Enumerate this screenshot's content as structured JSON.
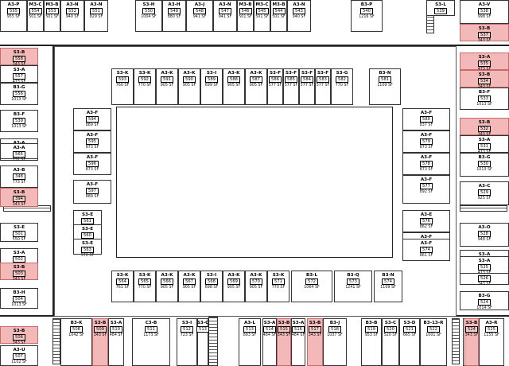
{
  "plan": {
    "units": [
      {
        "code": "A3-P",
        "num": "555",
        "sf": "955 SF"
      },
      {
        "code": "M3-C",
        "num": "554",
        "sf": "501 SF"
      },
      {
        "code": "M3-B",
        "num": "553",
        "sf": "501 SF"
      },
      {
        "code": "A3-N",
        "num": "552",
        "sf": "940 SF"
      },
      {
        "code": "A3-N",
        "num": "551",
        "sf": "829 SF"
      },
      {
        "code": "S3-H",
        "num": "550",
        "sf": "1004 SF"
      },
      {
        "code": "A3-H",
        "num": "549",
        "sf": "880 SF"
      },
      {
        "code": "A3-J",
        "num": "548",
        "sf": "941 SF"
      },
      {
        "code": "A3-N",
        "num": "547",
        "sf": "941 SF"
      },
      {
        "code": "M3-B",
        "num": "546",
        "sf": "501 SF"
      },
      {
        "code": "M3-C",
        "num": "545",
        "sf": "501 SF"
      },
      {
        "code": "M3-B",
        "num": "544",
        "sf": "501 SF"
      },
      {
        "code": "A3-N",
        "num": "543",
        "sf": "940 SF"
      },
      {
        "code": "B3-P",
        "num": "540",
        "sf": "1216 SF"
      },
      {
        "code": "S3-L",
        "num": "539",
        "sf": ""
      },
      {
        "code": "A3-V",
        "num": "538",
        "sf": "998 SF"
      },
      {
        "code": "S3-B",
        "num": "537",
        "sf": "343 SF"
      },
      {
        "code": "S3-B",
        "num": "558",
        "sf": "343 SF"
      },
      {
        "code": "S3-A",
        "num": "557",
        "sf": "473 SF"
      },
      {
        "code": "B3-G",
        "num": "556",
        "sf": "1013 SF"
      },
      {
        "code": "S3-A",
        "num": "535",
        "sf": "473 SF"
      },
      {
        "code": "S3-B",
        "num": "534",
        "sf": "343 SF"
      },
      {
        "code": "B3-F",
        "num": "533",
        "sf": "1013 SF"
      },
      {
        "code": "S3-B",
        "num": "532",
        "sf": "343 SF"
      },
      {
        "code": "B3-F",
        "num": "539",
        "sf": "1013 SF"
      },
      {
        "code": "A3-A",
        "num": "538",
        "sf": "725 SF"
      },
      {
        "code": "S3-A",
        "num": "531",
        "sf": "473 SF"
      },
      {
        "code": "A3-A",
        "num": "565",
        "sf": "731 SF"
      },
      {
        "code": "B3-G",
        "num": "530",
        "sf": "1013 SF"
      },
      {
        "code": "A3-B",
        "num": "348",
        "sf": "773 SF"
      },
      {
        "code": "A3-C",
        "num": "529",
        "sf": "925 SF"
      },
      {
        "code": "S3-B",
        "num": "394",
        "sf": "343 SF"
      },
      {
        "code": "S3-K",
        "num": "593",
        "sf": "760 SF"
      },
      {
        "code": "S3-K",
        "num": "592",
        "sf": "770 SF"
      },
      {
        "code": "A3-K",
        "num": "591",
        "sf": "905 SF"
      },
      {
        "code": "A3-K",
        "num": "590",
        "sf": "905 SF"
      },
      {
        "code": "S3-I",
        "num": "589",
        "sf": "699 SF"
      },
      {
        "code": "A3-K",
        "num": "588",
        "sf": "905 SF"
      },
      {
        "code": "A3-K",
        "num": "587",
        "sf": "905 SF"
      },
      {
        "code": "S3-F",
        "num": "586",
        "sf": "577 SF"
      },
      {
        "code": "S3-F",
        "num": "585",
        "sf": "577 SF"
      },
      {
        "code": "S3-F",
        "num": "584",
        "sf": "577 SF"
      },
      {
        "code": "S3-F",
        "num": "583",
        "sf": "577 SF"
      },
      {
        "code": "S3-G",
        "num": "582",
        "sf": "770 SF"
      },
      {
        "code": "B3-N",
        "num": "581",
        "sf": "1109 SF"
      },
      {
        "code": "A3-F",
        "num": "594",
        "sf": "889 SF"
      },
      {
        "code": "A3-F",
        "num": "595",
        "sf": "873 SF"
      },
      {
        "code": "A3-F",
        "num": "596",
        "sf": "873 SF"
      },
      {
        "code": "A3-F",
        "num": "597",
        "sf": "889 SF"
      },
      {
        "code": "A3-F",
        "num": "580",
        "sf": "837 SF"
      },
      {
        "code": "A3-F",
        "num": "579",
        "sf": "873 SF"
      },
      {
        "code": "A3-F",
        "num": "578",
        "sf": "873 SF"
      },
      {
        "code": "A3-F",
        "num": "577",
        "sf": "892 SF"
      },
      {
        "code": "S3-E",
        "num": "561",
        "sf": "570 SF"
      },
      {
        "code": "S3-E",
        "num": "560",
        "sf": "570 SF"
      },
      {
        "code": "S3-E",
        "num": "563",
        "sf": "570 SF"
      },
      {
        "code": "A3-E",
        "num": "576",
        "sf": "862 SF"
      },
      {
        "code": "A3-F",
        "num": "575",
        "sf": "873 SF"
      },
      {
        "code": "A3-F",
        "num": "574",
        "sf": "861 SF"
      },
      {
        "code": "S3-E",
        "num": "501",
        "sf": "550 SF"
      },
      {
        "code": "S3-A",
        "num": "502",
        "sf": "473 SF"
      },
      {
        "code": "S3-B",
        "num": "503",
        "sf": "343 SF"
      },
      {
        "code": "B3-H",
        "num": "504",
        "sf": "1013 SF"
      },
      {
        "code": "S3-B",
        "num": "506",
        "sf": "343 SF"
      },
      {
        "code": "A3-U",
        "num": "507",
        "sf": "1102 SF"
      },
      {
        "code": "A3-O",
        "num": "528",
        "sf": "948 SF"
      },
      {
        "code": "S3-A",
        "num": "527",
        "sf": "473 SF"
      },
      {
        "code": "S3-B",
        "num": "526",
        "sf": "343 SF"
      },
      {
        "code": "S3-A",
        "num": "525",
        "sf": "473 SF"
      },
      {
        "code": "B3-G",
        "num": "524",
        "sf": "1014 SF"
      },
      {
        "code": "S3-K",
        "num": "564",
        "sf": "761 SF"
      },
      {
        "code": "S3-K",
        "num": "565",
        "sf": "770 SF"
      },
      {
        "code": "A3-K",
        "num": "566",
        "sf": "905 SF"
      },
      {
        "code": "A3-K",
        "num": "567",
        "sf": "905 SF"
      },
      {
        "code": "S3-I",
        "num": "568",
        "sf": "698 SF"
      },
      {
        "code": "A3-K",
        "num": "569",
        "sf": "905 SF"
      },
      {
        "code": "A3-K",
        "num": "570",
        "sf": "905 SF"
      },
      {
        "code": "S3-K",
        "num": "571",
        "sf": "770 SF"
      },
      {
        "code": "B3-L",
        "num": "572",
        "sf": "1064 SF"
      },
      {
        "code": "B3-Q",
        "num": "573",
        "sf": "1241 SF"
      },
      {
        "code": "B3-N",
        "num": "574",
        "sf": "1109 SF"
      },
      {
        "code": "B3-K",
        "num": "508",
        "sf": "1042 SF"
      },
      {
        "code": "S3-B",
        "num": "509",
        "sf": "343 SF"
      },
      {
        "code": "S3-A",
        "num": "510",
        "sf": "484 SF"
      },
      {
        "code": "C3-B",
        "num": "511",
        "sf": "1173 SF"
      },
      {
        "code": "S3-I",
        "num": "512",
        "sf": "723 SF"
      },
      {
        "code": "S3-C",
        "num": "513",
        "sf": ""
      },
      {
        "code": "A3-L",
        "num": "513",
        "sf": "893 SF"
      },
      {
        "code": "S3-A",
        "num": "514",
        "sf": "484 SF"
      },
      {
        "code": "S3-B",
        "num": "515",
        "sf": "343 SF"
      },
      {
        "code": "S3-A",
        "num": "516",
        "sf": "484 SF"
      },
      {
        "code": "S3-B",
        "num": "517",
        "sf": "343 SF"
      },
      {
        "code": "B3-J",
        "num": "518",
        "sf": "1037 SF"
      },
      {
        "code": "B3-B",
        "num": "519",
        "sf": "953 SF"
      },
      {
        "code": "S3-C",
        "num": "520",
        "sf": "520 SF"
      },
      {
        "code": "S3-D",
        "num": "521",
        "sf": "665 SF"
      },
      {
        "code": "B3-13-R",
        "num": "522",
        "sf": "1001 SF"
      },
      {
        "code": "S3-A",
        "num": "523",
        "sf": "484 SF"
      },
      {
        "code": "S3-B",
        "num": "524",
        "sf": "343 SF"
      },
      {
        "code": "A3-R",
        "num": "525",
        "sf": "1155 SF"
      }
    ]
  }
}
